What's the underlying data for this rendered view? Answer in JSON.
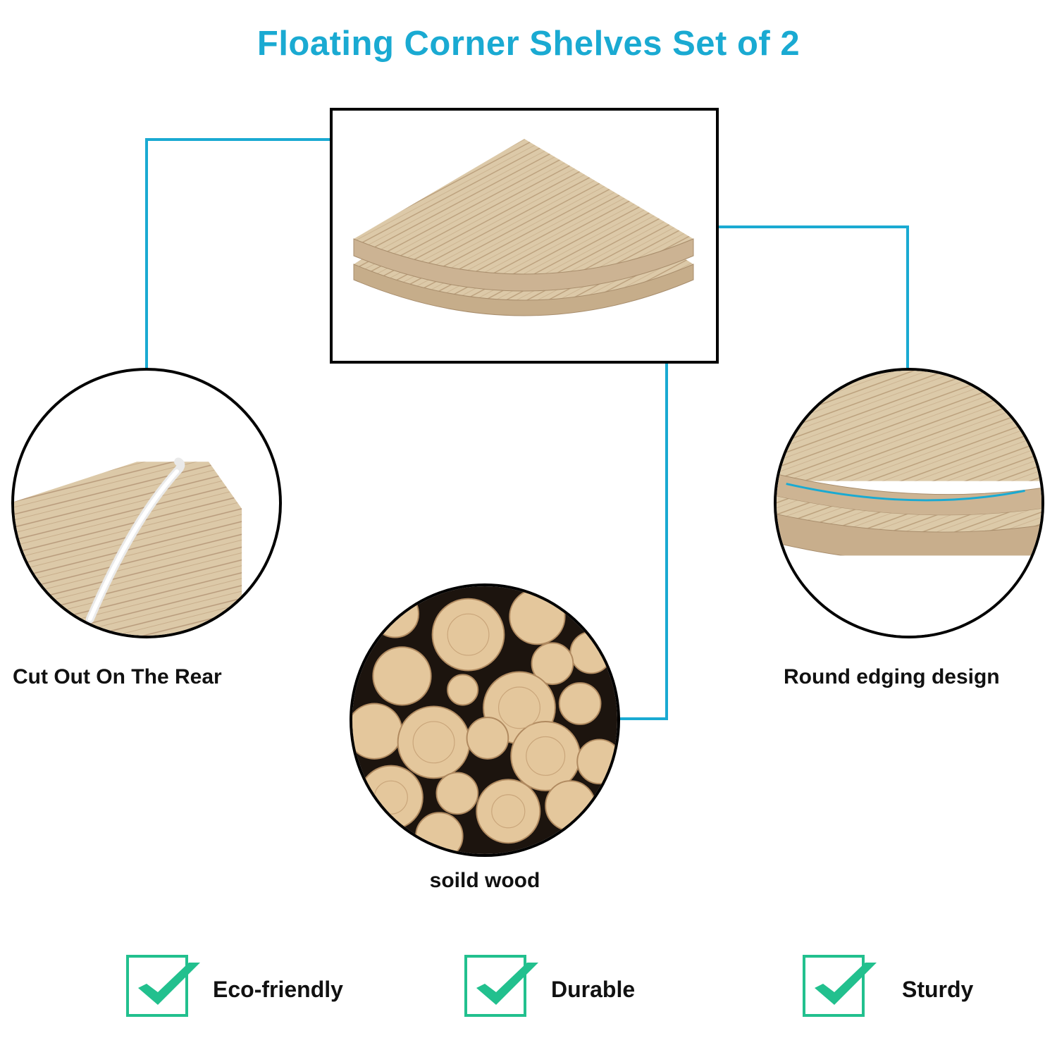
{
  "title": "Floating Corner Shelves Set of 2",
  "colors": {
    "accent": "#1aaad2",
    "check": "#22c08e",
    "wood_light": "#dcc9a8",
    "wood_dark": "#a88d6c"
  },
  "callouts": {
    "rear": "Cut Out On The Rear",
    "edge": "Round edging design",
    "wood": "soild wood"
  },
  "features": [
    "Eco-friendly",
    "Durable",
    "Sturdy"
  ],
  "icons": {
    "feature": "checkbox-checked-icon"
  }
}
